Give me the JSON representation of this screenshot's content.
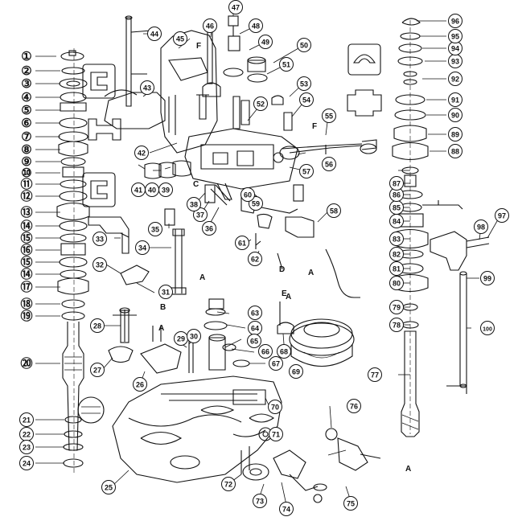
{
  "diagram": {
    "callouts": [
      {
        "label": "①"
      },
      {
        "label": "②"
      },
      {
        "label": "③"
      },
      {
        "label": "④"
      },
      {
        "label": "⑤"
      },
      {
        "label": "⑥"
      },
      {
        "label": "⑦"
      },
      {
        "label": "⑧"
      },
      {
        "label": "⑨"
      },
      {
        "label": "⑩"
      },
      {
        "label": "⑪"
      },
      {
        "label": "⑫"
      },
      {
        "label": "⑬"
      },
      {
        "label": "⑭"
      },
      {
        "label": "⑮"
      },
      {
        "label": "⑯"
      },
      {
        "label": "⑮"
      },
      {
        "label": "⑭"
      },
      {
        "label": "⑰"
      },
      {
        "label": "⑱"
      },
      {
        "label": "⑲"
      },
      {
        "label": "⑳"
      },
      {
        "label": "21"
      },
      {
        "label": "22"
      },
      {
        "label": "23"
      },
      {
        "label": "24"
      },
      {
        "label": "25"
      },
      {
        "label": "26"
      },
      {
        "label": "27"
      },
      {
        "label": "28"
      },
      {
        "label": "29"
      },
      {
        "label": "30"
      },
      {
        "label": "31"
      },
      {
        "label": "32"
      },
      {
        "label": "33"
      },
      {
        "label": "34"
      },
      {
        "label": "35"
      },
      {
        "label": "36"
      },
      {
        "label": "37"
      },
      {
        "label": "38"
      },
      {
        "label": "39"
      },
      {
        "label": "40"
      },
      {
        "label": "41"
      },
      {
        "label": "42"
      },
      {
        "label": "43"
      },
      {
        "label": "44"
      },
      {
        "label": "45"
      },
      {
        "label": "46"
      },
      {
        "label": "47"
      },
      {
        "label": "48"
      },
      {
        "label": "49"
      },
      {
        "label": "50"
      },
      {
        "label": "51"
      },
      {
        "label": "52"
      },
      {
        "label": "53"
      },
      {
        "label": "54"
      },
      {
        "label": "55"
      },
      {
        "label": "56"
      },
      {
        "label": "57"
      },
      {
        "label": "58"
      },
      {
        "label": "59"
      },
      {
        "label": "60"
      },
      {
        "label": "61"
      },
      {
        "label": "62"
      },
      {
        "label": "63"
      },
      {
        "label": "64"
      },
      {
        "label": "65"
      },
      {
        "label": "66"
      },
      {
        "label": "67"
      },
      {
        "label": "68"
      },
      {
        "label": "69"
      },
      {
        "label": "70"
      },
      {
        "label": "71"
      },
      {
        "label": "72"
      },
      {
        "label": "73"
      },
      {
        "label": "74"
      },
      {
        "label": "75"
      },
      {
        "label": "76"
      },
      {
        "label": "77"
      },
      {
        "label": "78"
      },
      {
        "label": "79"
      },
      {
        "label": "80"
      },
      {
        "label": "81"
      },
      {
        "label": "82"
      },
      {
        "label": "83"
      },
      {
        "label": "84"
      },
      {
        "label": "85"
      },
      {
        "label": "86"
      },
      {
        "label": "87"
      },
      {
        "label": "88"
      },
      {
        "label": "89"
      },
      {
        "label": "90"
      },
      {
        "label": "91"
      },
      {
        "label": "92"
      },
      {
        "label": "93"
      },
      {
        "label": "94"
      },
      {
        "label": "95"
      },
      {
        "label": "96"
      },
      {
        "label": "97"
      },
      {
        "label": "98"
      },
      {
        "label": "99"
      },
      {
        "label": "100"
      }
    ],
    "letters": [
      {
        "text": "F"
      },
      {
        "text": "F"
      },
      {
        "text": "C"
      },
      {
        "text": "D"
      },
      {
        "text": "E"
      },
      {
        "text": "A"
      },
      {
        "text": "B"
      },
      {
        "text": "A"
      },
      {
        "text": "A"
      },
      {
        "text": "A"
      },
      {
        "text": "A"
      }
    ],
    "ink_color": "#111111"
  }
}
